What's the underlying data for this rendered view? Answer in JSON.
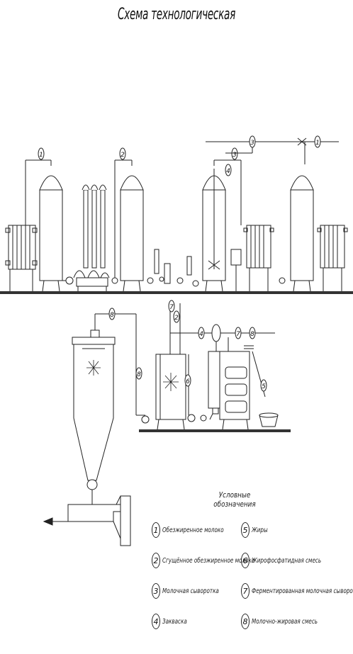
{
  "title": "Схема технологическая",
  "legend": {
    "title": "Условные обозначения",
    "items": [
      {
        "num": "1",
        "text": "Обезжиренное молоко"
      },
      {
        "num": "2",
        "text": "Сгущённое обезжиренное молоко"
      },
      {
        "num": "3",
        "text": "Молочная сыворотка"
      },
      {
        "num": "4",
        "text": "Закваска"
      },
      {
        "num": "5",
        "text": "Жиры"
      },
      {
        "num": "6",
        "text": "Жирофосфатидная смесь"
      },
      {
        "num": "7",
        "text": "Ферментированная молочная сыворотка"
      },
      {
        "num": "8",
        "text": "Молочно-жировая смесь"
      }
    ]
  },
  "markers": {
    "m1a": "1",
    "m1b": "1",
    "m3a": "3",
    "m3b": "3",
    "m2": "2",
    "m4": "4",
    "m8a": "8",
    "m8b": "8",
    "m7a": "7",
    "m2b": "2",
    "m6": "6",
    "m7b": "7",
    "m5": "5",
    "m4b": "4"
  }
}
